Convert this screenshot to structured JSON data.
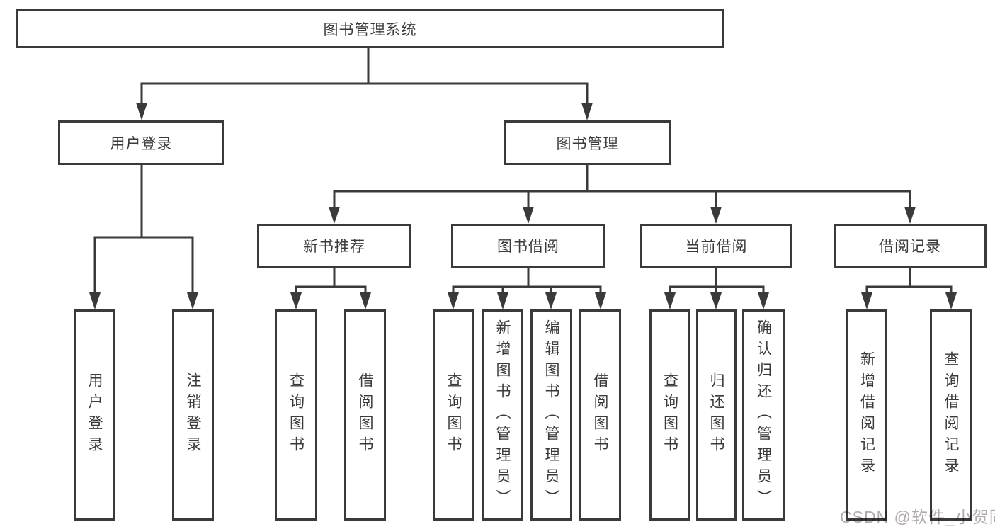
{
  "diagram": {
    "root": "图书管理系统",
    "level2": {
      "user_login": "用户登录",
      "book_mgmt": "图书管理"
    },
    "level3": {
      "new_book_rec": "新书推荐",
      "book_borrow": "图书借阅",
      "current_borrow": "当前借阅",
      "borrow_records": "借阅记录"
    },
    "leaves": {
      "login": "用户登录",
      "logout": "注销登录",
      "rec_query_book": "查询图书",
      "rec_borrow_book": "借阅图书",
      "bor_query_book": "查询图书",
      "bor_add_book": "新增图书（管理员）",
      "bor_edit_book": "编辑图书（管理员）",
      "bor_borrow_book": "借阅图书",
      "cur_query_book": "查询图书",
      "cur_return_book": "归还图书",
      "cur_confirm_return": "确认归还（管理员）",
      "recs_add_record": "新增借阅记录",
      "recs_query_record": "查询借阅记录"
    },
    "colors": {
      "line": "#3a3a3a",
      "text": "#3a3a3a",
      "background": "#ffffff",
      "watermark": "#b3aaaa"
    }
  },
  "watermark": "CSDN @软件_小贺同学"
}
